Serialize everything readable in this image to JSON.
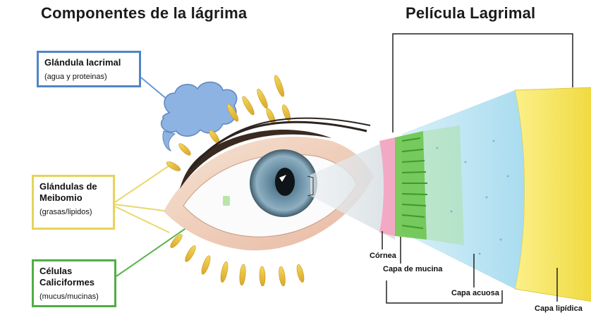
{
  "titles": {
    "left": "Componentes de la lágrima",
    "right": "Película Lagrimal"
  },
  "boxes": {
    "lacrimal": {
      "main": "Glándula lacrimal",
      "sub": "(agua y proteinas)",
      "color": "#4f86c6"
    },
    "meibomio": {
      "main_line1": "Glándulas de",
      "main_line2": "Meibomio",
      "sub": "(grasas/lipidos)",
      "color": "#e6d35a"
    },
    "caliciformes": {
      "main_line1": "Células",
      "main_line2": "Caliciformes",
      "sub": "(mucus/mucinas)",
      "color": "#4fae44"
    }
  },
  "layers": {
    "cornea": "Córnea",
    "mucina": "Capa de mucina",
    "acuosa": "Capa acuosa",
    "lipidica": "Capa lipídica"
  },
  "colors": {
    "cornea": "#f3a9c4",
    "mucina": "#5fbf3f",
    "aqueous": "#bfe6f4",
    "lipid": "#f6e86a",
    "lipid_dark": "#e8d23a",
    "iris": "#6e93a8"
  }
}
